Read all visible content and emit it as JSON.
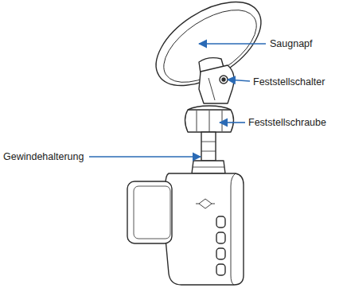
{
  "diagram": {
    "labels": [
      "Saugnapf",
      "Feststellschalter",
      "Feststellschraube",
      "Gewindehalterung"
    ]
  }
}
